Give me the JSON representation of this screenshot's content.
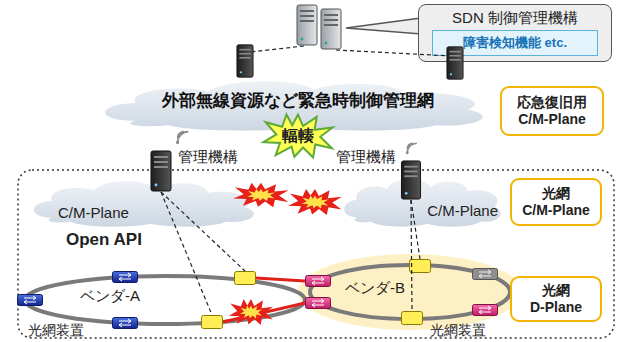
{
  "diagram": {
    "nodes": [
      {
        "text": [
          "SDN 制御管理機構"
        ]
      },
      {
        "text": [
          "障害検知機能 etc."
        ],
        "in": 0
      },
      {
        "text": [
          "外部無線資源など緊急時制御管理網"
        ]
      },
      {
        "text": [
          "輻輳"
        ]
      },
      {
        "text": [
          "応急復旧用 C/M-Plane"
        ]
      },
      {
        "text": [
          "C/M-Plane"
        ]
      },
      {
        "text": [
          "C/M-Plane"
        ]
      },
      {
        "text": [
          "光網 C/M-Plane"
        ]
      },
      {
        "text": [
          "光網 D-Plane"
        ]
      }
    ],
    "labels": [
      "管理機構",
      "管理機構",
      "Open API",
      "ベンダ-A",
      "ベンダ-B",
      "光網装置",
      "光網装置"
    ]
  }
}
